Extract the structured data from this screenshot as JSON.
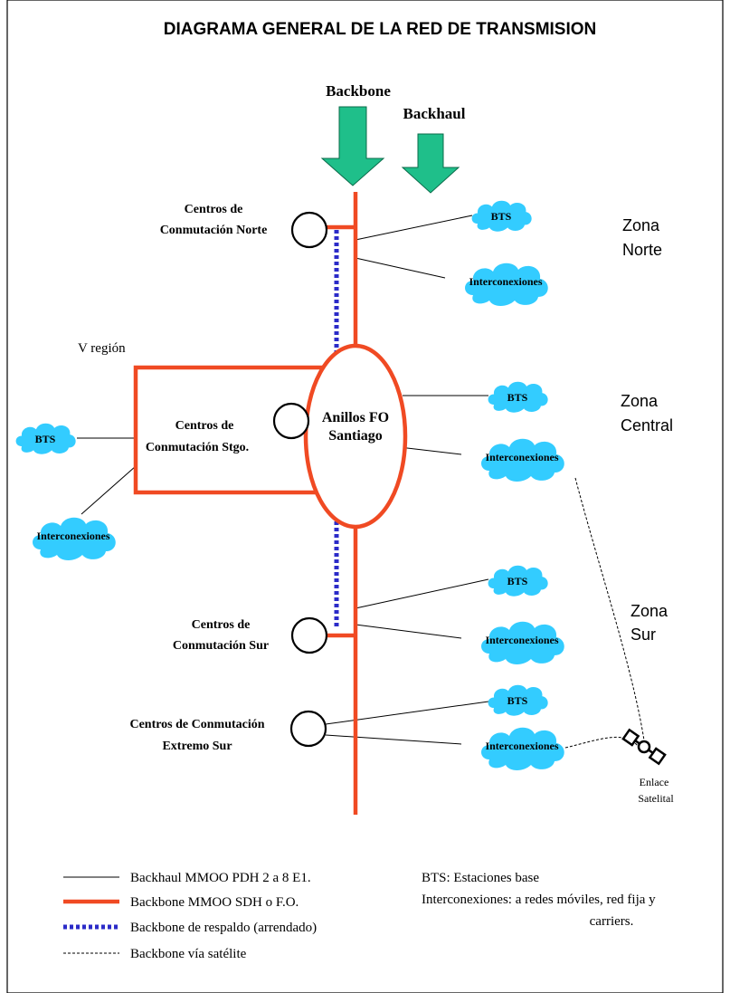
{
  "title": "DIAGRAMA GENERAL DE LA RED DE TRANSMISION",
  "arrows": {
    "backbone": "Backbone",
    "backhaul": "Backhaul"
  },
  "centers": {
    "norte": [
      "Centros de",
      "Conmutación Norte"
    ],
    "stgo": [
      "Centros de",
      "Conmutación Stgo."
    ],
    "sur": [
      "Centros de",
      "Conmutación Sur"
    ],
    "extremo_sur": [
      "Centros de Conmutación",
      "Extremo Sur"
    ]
  },
  "ring": [
    "Anillos FO",
    "Santiago"
  ],
  "region_label": "V región",
  "zones": {
    "norte": [
      "Zona",
      "Norte"
    ],
    "central": [
      "Zona",
      "Central"
    ],
    "sur": [
      "Zona",
      "Sur"
    ]
  },
  "clouds": {
    "bts": "BTS",
    "interconexiones": "Interconexiones"
  },
  "satellite_label": [
    "Enlace",
    "Satelital"
  ],
  "legend": [
    {
      "label": "Backhaul MMOO PDH  2 a 8 E1.",
      "style": "thin-solid"
    },
    {
      "label": "Backbone MMOO SDH o F.O.",
      "style": "thick-red"
    },
    {
      "label": "Backbone de respaldo (arrendado)",
      "style": "dotted-blue"
    },
    {
      "label": "Backbone vía satélite",
      "style": "dashed-black"
    }
  ],
  "notes": {
    "bts": "BTS: Estaciones base",
    "interconexiones_1": "Interconexiones: a redes móviles, red fija y",
    "interconexiones_2": "carriers."
  },
  "colors": {
    "backbone_red": "#f04a23",
    "backup_blue": "#2b2bc8",
    "cloud_fill": "#33ccff",
    "arrow_green": "#1fbf8a",
    "text": "#000000"
  }
}
